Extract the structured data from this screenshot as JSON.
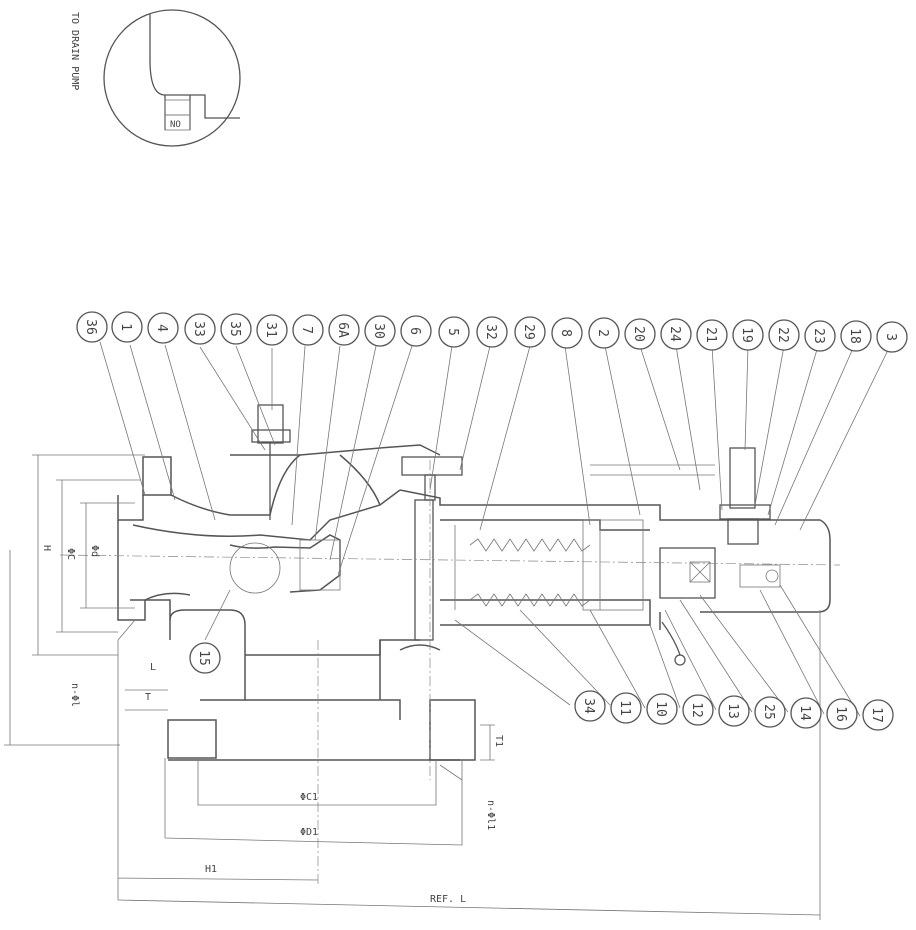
{
  "drawing": {
    "detail_note": "TO DRAIN PUMP",
    "balloons": [
      "36",
      "1",
      "4",
      "33",
      "35",
      "31",
      "7",
      "6A",
      "30",
      "6",
      "5",
      "32",
      "29",
      "8",
      "2",
      "20",
      "24",
      "21",
      "19",
      "22",
      "23",
      "18",
      "3"
    ],
    "balloons_bottom": [
      "15",
      "34",
      "11",
      "10",
      "12",
      "13",
      "25",
      "14",
      "16",
      "17"
    ],
    "dims": {
      "h_left": "H",
      "bore": "ΦC",
      "pipe": "Φd",
      "flange_bolts": "n-Φl",
      "flange_t": "T",
      "flange_l": "L",
      "base_pcd": "ΦC1",
      "base_od": "ΦD1",
      "base_bolts": "n-Φl1",
      "base_t": "T1",
      "h1": "H1",
      "overall": "REF. L"
    }
  }
}
